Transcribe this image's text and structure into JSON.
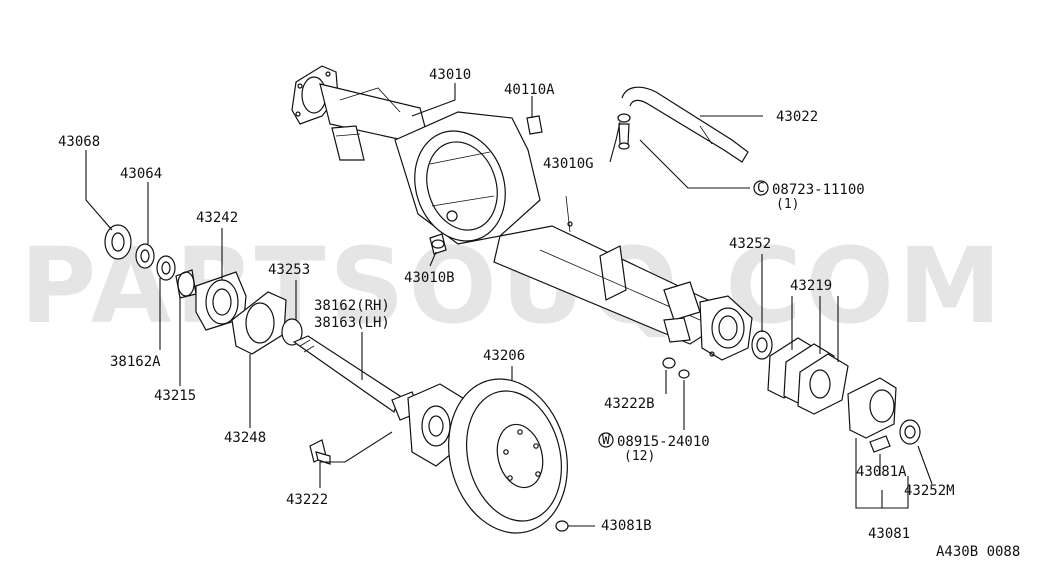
{
  "watermark": "PARTSOUQ.COM",
  "drawing_code": "A430B 0088",
  "labels": {
    "p43010": "43010",
    "p40110A": "40110A",
    "p43022": "43022",
    "p43010G": "43010G",
    "p08723": "08723-11100",
    "p08723_qty": "(1)",
    "p43068": "43068",
    "p43064": "43064",
    "p43242": "43242",
    "p43253": "43253",
    "p38162": "38162(RH)",
    "p38163": "38163(LH)",
    "p43010B": "43010B",
    "p43252": "43252",
    "p43219": "43219",
    "p38162A": "38162A",
    "p43215": "43215",
    "p43206": "43206",
    "p43248": "43248",
    "p43222B": "43222B",
    "p08915": "08915-24010",
    "p08915_qty": "(12)",
    "p43222": "43222",
    "p43081A": "43081A",
    "p43252M": "43252M",
    "p43081B": "43081B",
    "p43081": "43081"
  },
  "symbols": {
    "c_mark": "C",
    "w_mark": "W"
  }
}
